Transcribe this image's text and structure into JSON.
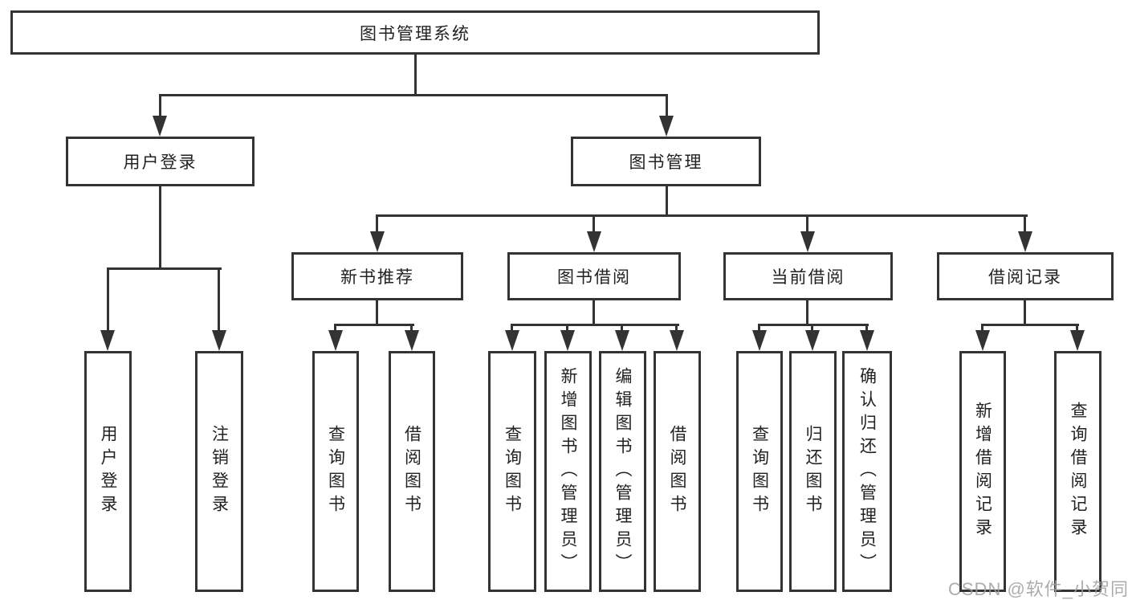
{
  "diagram": {
    "root": {
      "label": "图书管理系统"
    },
    "level2": [
      {
        "label": "用户登录"
      },
      {
        "label": "图书管理"
      }
    ],
    "level3": [
      {
        "label": "新书推荐"
      },
      {
        "label": "图书借阅"
      },
      {
        "label": "当前借阅"
      },
      {
        "label": "借阅记录"
      }
    ],
    "leaves": {
      "user_login": [
        {
          "label": "用户登录"
        },
        {
          "label": "注销登录"
        }
      ],
      "new_book": [
        {
          "label": "查询图书"
        },
        {
          "label": "借阅图书"
        }
      ],
      "borrowing": [
        {
          "label": "查询图书"
        },
        {
          "label": "新增图书（管理员）"
        },
        {
          "label": "编辑图书（管理员）"
        },
        {
          "label": "借阅图书"
        }
      ],
      "current": [
        {
          "label": "查询图书"
        },
        {
          "label": "归还图书"
        },
        {
          "label": "确认归还（管理员）"
        }
      ],
      "records": [
        {
          "label": "新增借阅记录"
        },
        {
          "label": "查询借阅记录"
        }
      ]
    },
    "watermark": "CSDN @软件_小贺同学",
    "colors": {
      "line": "#333333",
      "text": "#222222",
      "watermark_gray": "#9e9e9e",
      "background": "#ffffff"
    }
  }
}
